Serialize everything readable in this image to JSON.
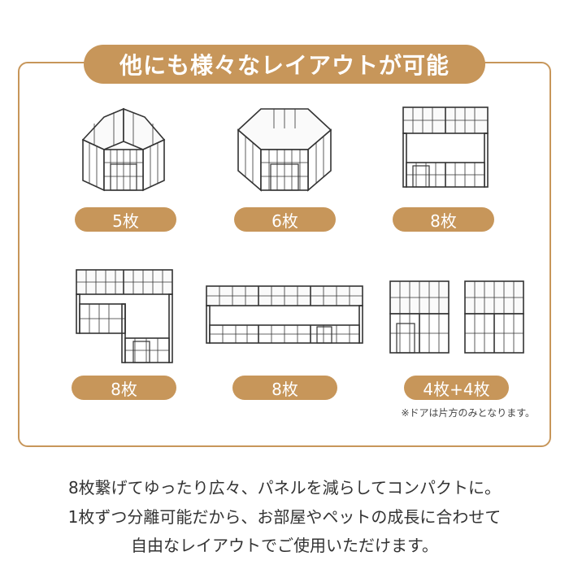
{
  "title": "他にも様々なレイアウトが可能",
  "layouts": [
    {
      "label": "5枚",
      "icon": "pen-pentagon-icon"
    },
    {
      "label": "6枚",
      "icon": "pen-hexagon-icon"
    },
    {
      "label": "8枚",
      "icon": "pen-square-icon"
    },
    {
      "label": "8枚",
      "icon": "pen-l-shape-icon"
    },
    {
      "label": "8枚",
      "icon": "pen-rectangle-icon"
    },
    {
      "label": "4枚+4枚",
      "icon": "pen-two-squares-icon"
    }
  ],
  "note": "※ドアは片方のみとなります。",
  "description": [
    "8枚繋げてゆったり広々、パネルを減らしてコンパクトに。",
    "1枚ずつ分離可能だから、お部屋やペットの成長に合わせて",
    "自由なレイアウトでご使用いただけます。"
  ],
  "colors": {
    "accent": "#c7965a",
    "line": "#333333"
  }
}
